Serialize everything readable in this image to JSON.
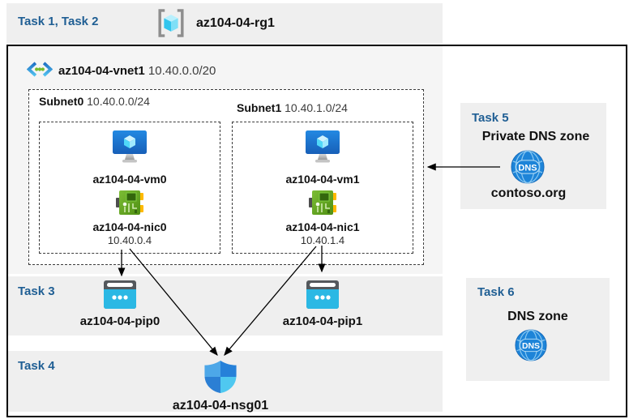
{
  "header": {
    "tasks_label": "Task 1, Task 2",
    "rg_name": "az104-04-rg1"
  },
  "vnet": {
    "name": "az104-04-vnet1",
    "cidr": "10.40.0.0/20",
    "subnets": [
      {
        "name": "Subnet0",
        "cidr": "10.40.0.0/24",
        "vm": "az104-04-vm0",
        "nic": "az104-04-nic0",
        "ip": "10.40.0.4"
      },
      {
        "name": "Subnet1",
        "cidr": "10.40.1.0/24",
        "vm": "az104-04-vm1",
        "nic": "az104-04-nic1",
        "ip": "10.40.1.4"
      }
    ]
  },
  "task3": {
    "label": "Task 3",
    "pips": [
      "az104-04-pip0",
      "az104-04-pip1"
    ]
  },
  "task4": {
    "label": "Task 4",
    "nsg": "az104-04-nsg01"
  },
  "task5": {
    "label": "Task 5",
    "title": "Private DNS zone",
    "zone": "contoso.org",
    "icon_text": "DNS"
  },
  "task6": {
    "label": "Task 6",
    "title": "DNS zone",
    "icon_text": "DNS"
  },
  "icons": {
    "resource_group": "resource-group-icon",
    "virtual_network": "virtual-network-icon",
    "virtual_machine": "vm-icon",
    "network_interface": "nic-icon",
    "public_ip": "public-ip-icon",
    "nsg": "nsg-shield-icon",
    "dns": "dns-globe-icon"
  },
  "colors": {
    "task_label_blue": "#205f94",
    "band_gray": "#efefef",
    "vnet_panel_gray": "#f5f5f5",
    "outline_black": "#000000",
    "vm_blue": "#1d7fd6",
    "cube_cyan": "#50d8f8",
    "nic_green": "#63aa21",
    "nic_yellow": "#ffb900",
    "pip_cyan": "#2bb8e4",
    "shield_blue": "#2681d9",
    "dns_blue": "#1d84d8",
    "dot_green": "#76bc2d"
  }
}
